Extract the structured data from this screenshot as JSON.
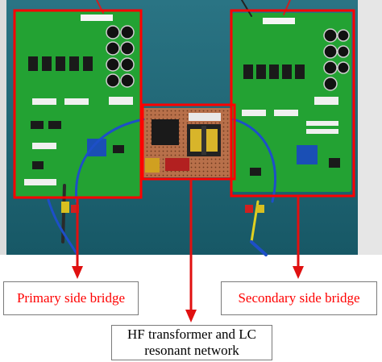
{
  "labels": {
    "primary": "Primary side bridge",
    "secondary": "Secondary side bridge",
    "hf_line1": "HF transformer and LC",
    "hf_line2": "resonant network"
  },
  "colors": {
    "wall": "#1d6878",
    "board": "#23a233",
    "proto_board": "#b8704a",
    "highlight": "#ff0000",
    "arrow": "#e01010"
  },
  "icons": {
    "transformer": "transformer-icon",
    "capacitor": "capacitor-icon",
    "arrow": "arrow-down-icon"
  }
}
